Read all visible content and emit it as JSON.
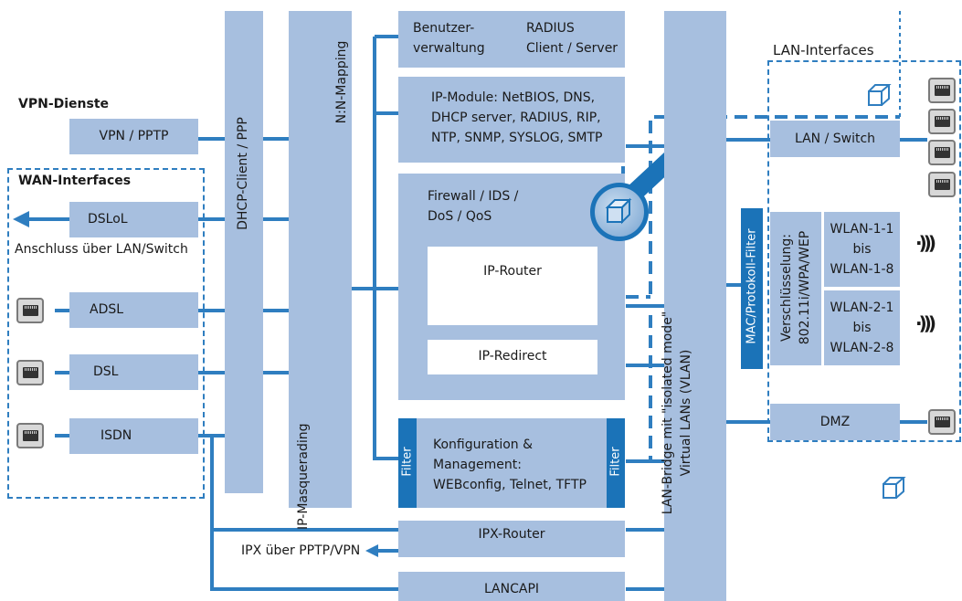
{
  "diagram": {
    "vpn_dienste": "VPN-Dienste",
    "vpn_pptp": "VPN / PPTP",
    "wan_interfaces": "WAN-Interfaces",
    "dslol": "DSLoL",
    "anschluss": "Anschluss über LAN/Switch",
    "adsl": "ADSL",
    "dsl": "DSL",
    "isdn": "ISDN",
    "dhcp_client": "DHCP-Client / PPP",
    "ip_masquerading": "IP-Masquerading",
    "nn_mapping": "N:N-Mapping",
    "benutzer_1": "Benutzer-",
    "benutzer_2": "verwaltung",
    "radius_1": "RADIUS",
    "radius_2": "Client / Server",
    "ip_module_1": "IP-Module: NetBIOS, DNS,",
    "ip_module_2": "DHCP server, RADIUS, RIP,",
    "ip_module_3": "NTP, SNMP, SYSLOG, SMTP",
    "firewall_1": "Firewall / IDS /",
    "firewall_2": "DoS / QoS",
    "ip_router": "IP-Router",
    "ip_redirect": "IP-Redirect",
    "filter": "Filter",
    "konfig_1": "Konfiguration &",
    "konfig_2": "Management:",
    "konfig_3": "WEBconfig, Telnet, TFTP",
    "ipx_router": "IPX-Router",
    "ipx_ueber": "IPX über PPTP/VPN",
    "lancapi": "LANCAPI",
    "lan_bridge_1": "LAN-Bridge mit \"isolated mode\"",
    "lan_bridge_2": "Virtual LANs (VLAN)",
    "lan_interfaces": "LAN-Interfaces",
    "lan_switch": "LAN / Switch",
    "mac_filter": "MAC/Protokoll-Filter",
    "verschl_1": "Verschlüsselung:",
    "verschl_2": "802.11i/WPA/WEP",
    "wlan1_a": "WLAN-1-1",
    "wlan1_b": "bis",
    "wlan1_c": "WLAN-1-8",
    "wlan2_a": "WLAN-2-1",
    "wlan2_b": "bis",
    "wlan2_c": "WLAN-2-8",
    "dmz": "DMZ"
  },
  "colors": {
    "box_fill": "#a7bfdf",
    "line": "#2f7ec0",
    "filter_fill": "#1b73b8"
  },
  "icons": [
    "rj45-jack-icon",
    "cube-icon",
    "magnifier-icon",
    "arrow-left-icon",
    "wireless-icon"
  ]
}
